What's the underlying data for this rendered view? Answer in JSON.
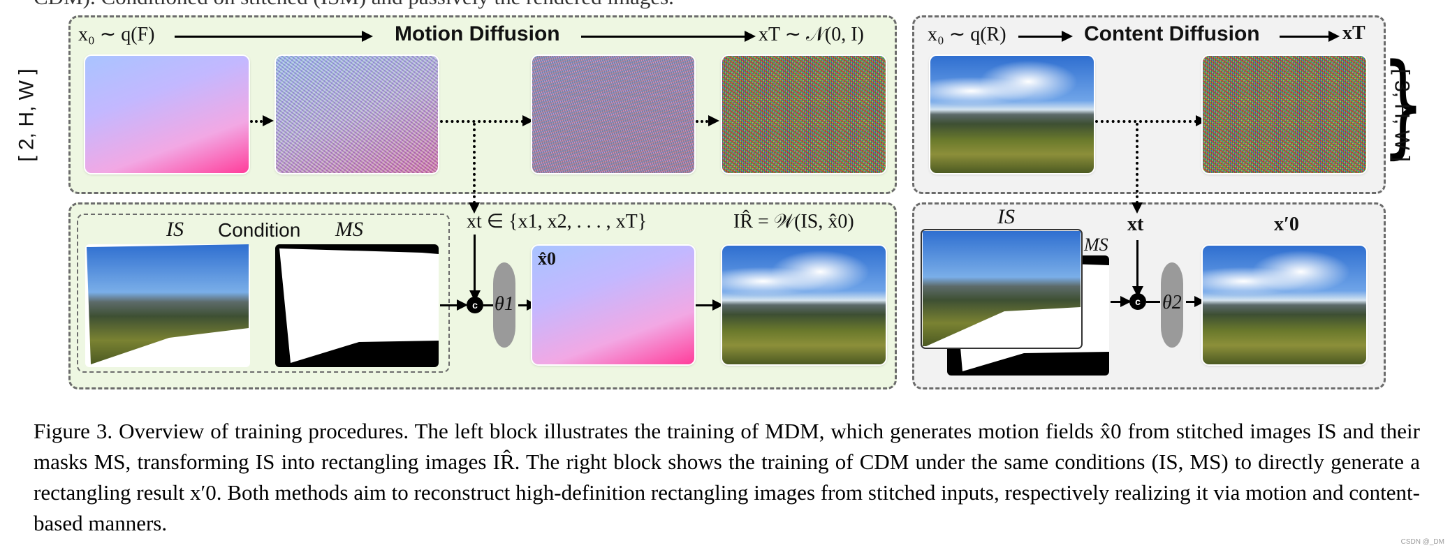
{
  "header_text": "CDM). Conditioned on stitched (ISM) and passively the rendered images.",
  "motion": {
    "title": "Motion Diffusion",
    "x0": "x₀ ∼ q(F)",
    "xT": "xT ∼ 𝒩(0, I)",
    "dims": "[ 2, H, W ]"
  },
  "content": {
    "title": "Content Diffusion",
    "x0": "x₀ ∼ q(R)",
    "xT": "xT",
    "dims": "[ 3, H, W ]"
  },
  "mdm_lower": {
    "is_label": "IS",
    "condition_label": "Condition",
    "ms_label": "MS",
    "xt_label": "xt ∈ {x1, x2, . . . , xT}",
    "theta": "θ1",
    "x0hat": "x̂0",
    "ir_label": "IR̂ = 𝒲(IS, x̂0)",
    "concat": "c"
  },
  "cdm_lower": {
    "is_label": "IS",
    "ms_label": "MS",
    "xt_label": "xt",
    "theta": "θ2",
    "x0p": "x′0",
    "concat": "c"
  },
  "caption": "Figure 3. Overview of training procedures. The left block illustrates the training of MDM, which generates motion fields x̂0 from stitched images IS and their masks MS, transforming IS into rectangling images IR̂. The right block shows the training of CDM under the same conditions (IS, MS) to directly generate a rectangling result x′0. Both methods aim to reconstruct high-definition rectangling images from stitched inputs, respectively realizing it via motion and content-based manners.",
  "watermark": "CSDN @_DM",
  "colors": {
    "green_panel": "#eef7e2",
    "grey_panel": "#f2f2f2"
  }
}
